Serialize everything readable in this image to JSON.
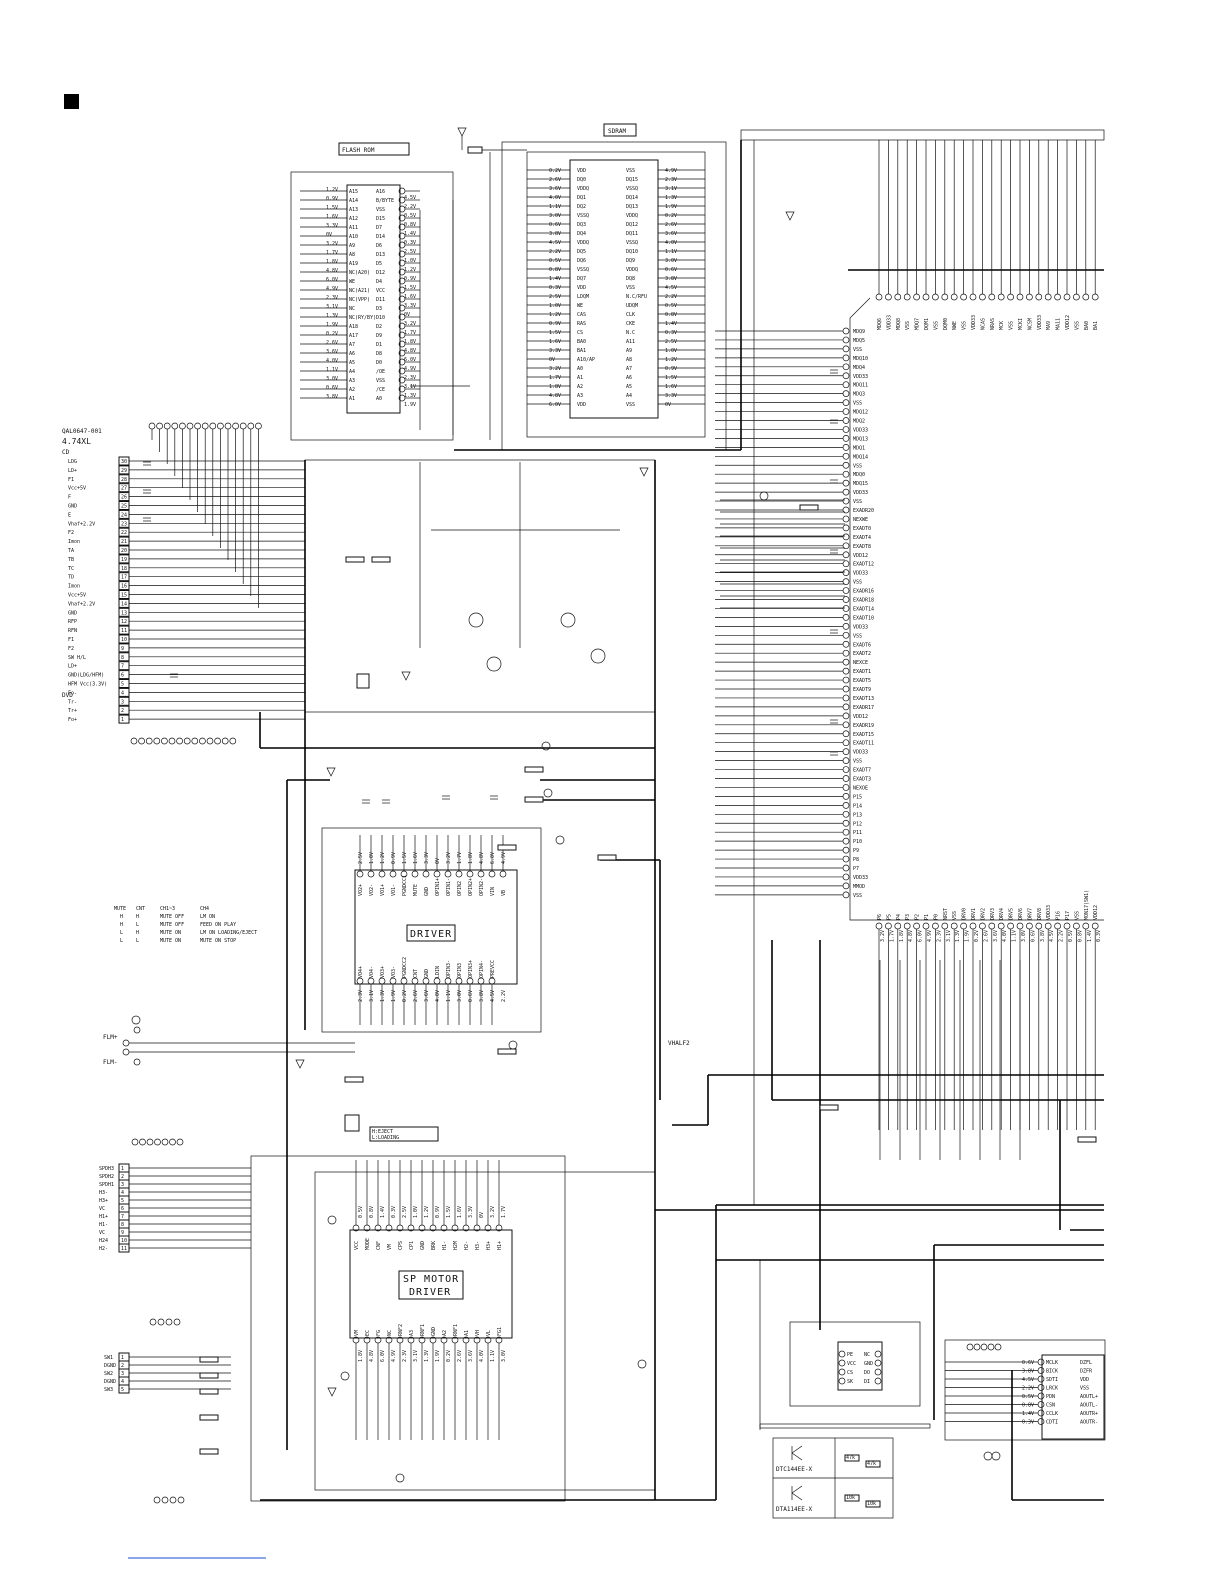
{
  "diagram": {
    "blocks": {
      "flash_rom": "FLASH ROM",
      "sdram": "SDRAM",
      "driver": "DRIVER",
      "sp_motor_driver": [
        "SP MOTOR",
        "DRIVER"
      ]
    },
    "pickup": {
      "part": "QAL0647-001",
      "model": "4.74XL",
      "cd": "CD",
      "dvd": "DVD",
      "pins_cd": [
        "LDG",
        "LD+",
        "F1",
        "Vcc+5V",
        "F",
        "GND",
        "E",
        "Vhaf+2.2V",
        "F2",
        "Imon"
      ],
      "pins_dvd": [
        "TA",
        "TB",
        "TC",
        "TD",
        "Imon",
        "Vcc+5V",
        "Vhaf+2.2V",
        "GND",
        "RFP",
        "RFN",
        "F1",
        "F2",
        "SW H/L",
        "LD+",
        "GND(LDG/HFM)",
        "HFM Vcc(3.3V)",
        "Fo-",
        "Tr-",
        "Tr+",
        "Fo+"
      ]
    },
    "mute_table": {
      "headers": [
        "MUTE",
        "CNT",
        "CH1~3",
        "CH4"
      ],
      "rows": [
        [
          "H",
          "H",
          "MUTE OFF",
          "LM ON"
        ],
        [
          "H",
          "L",
          "MUTE OFF",
          "FEED ON  PLAY"
        ],
        [
          "L",
          "H",
          "MUTE ON",
          "LM ON   LOADING/EJECT"
        ],
        [
          "L",
          "L",
          "MUTE ON",
          "MUTE ON  STOP"
        ]
      ]
    },
    "loading_note": [
      "H:EJECT",
      "L:LOADING"
    ],
    "nets": {
      "flm_plus": "FLM+",
      "flm_minus": "FLM-",
      "vhalf2": "VHALF2"
    },
    "spindle_conn": [
      "SPDH3",
      "SPDH2",
      "SPDH1",
      "H3-",
      "H3+",
      "VC",
      "H1+",
      "H1-",
      "VC",
      "H24",
      "H2-"
    ],
    "switch_conn": [
      "SW1",
      "DGND",
      "SW2",
      "DGND",
      "SW3"
    ],
    "driver_top_pins": [
      "VO2+",
      "VO2-",
      "VO1+",
      "VO1-",
      "PGNDCC1",
      "MUTE",
      "GND",
      "OPIN1+",
      "OPIN1-",
      "OPIN2",
      "OPIN2+",
      "OPIN2-",
      "VIN",
      "VB"
    ],
    "driver_bottom_pins": [
      "VO4+",
      "VO4-",
      "VO3+",
      "VO3-",
      "PGNDCC2",
      "CNT",
      "GND",
      "LDIN",
      "OPIN3-",
      "OPIN3",
      "OPIN3+",
      "OPIN4-",
      "PREVCC"
    ],
    "spm_top_pins": [
      "VCC",
      "MODE",
      "CNF",
      "VM",
      "CPS",
      "CP1",
      "GND",
      "BRK",
      "H1-",
      "H2M",
      "H2-",
      "H3-",
      "H3+",
      "H1+"
    ],
    "spm_bottom_pins": [
      "VM",
      "EC",
      "FG",
      "NC",
      "RNF2",
      "A3",
      "RNF1",
      "GND",
      "A2",
      "RNF1",
      "A1",
      "VH",
      "VL",
      "FG1"
    ],
    "sdram_left_pins": [
      "VDD",
      "DQ0",
      "VDDQ",
      "DQ1",
      "DQ2",
      "VSSQ",
      "DQ3",
      "DQ4",
      "VDDQ",
      "DQ5",
      "DQ6",
      "VSSQ",
      "DQ7",
      "VDD",
      "LDQM",
      "WE",
      "CAS",
      "RAS",
      "CS",
      "BA0",
      "BA1",
      "A10/AP",
      "A0",
      "A1",
      "A2",
      "A3",
      "VDD"
    ],
    "sdram_right_pins": [
      "VSS",
      "DQ15",
      "VSSQ",
      "DQ14",
      "DQ13",
      "VDDQ",
      "DQ12",
      "DQ11",
      "VSSQ",
      "DQ10",
      "DQ9",
      "VDDQ",
      "DQ8",
      "VSS",
      "N.C/RFU",
      "UDQM",
      "CLK",
      "CKE",
      "N.C",
      "A11",
      "A9",
      "A8",
      "A7",
      "A6",
      "A5",
      "A4",
      "VSS"
    ],
    "flash_left_pins": [
      "A15",
      "A14",
      "A13",
      "A12",
      "A11",
      "A10",
      "A9",
      "A8",
      "A19",
      "NC(A20)",
      "WE",
      "NC(A21)",
      "NC(VPP)",
      "NC",
      "NC(RY/BY)",
      "A18",
      "A17",
      "A7",
      "A6",
      "A5",
      "A4",
      "A3",
      "A2",
      "A1"
    ],
    "flash_right_pins": [
      "A16",
      "B/BYTE",
      "VSS",
      "D15",
      "D7",
      "D14",
      "D6",
      "D13",
      "D5",
      "D12",
      "D4",
      "VCC",
      "D11",
      "D3",
      "D10",
      "D2",
      "D9",
      "D1",
      "D8",
      "D0",
      "/OE",
      "VSS",
      "/CE",
      "A0"
    ],
    "mpeg_left_pins": [
      "MDQ9",
      "MDQ5",
      "VSS",
      "MDQ10",
      "MDQ4",
      "VDD33",
      "MDQ11",
      "MDQ3",
      "VSS",
      "MDQ12",
      "MDQ2",
      "VDD33",
      "MDQ13",
      "MDQ1",
      "MDQ14",
      "VSS",
      "MDQ0",
      "MDQ15",
      "VDD33",
      "VSS",
      "EXADR20",
      "NEXWE",
      "EXADT0",
      "EXADT4",
      "EXADT8",
      "VDD12",
      "EXADT12",
      "VDD33",
      "VSS",
      "EXADR16",
      "EXADR18",
      "EXADT14",
      "EXADT10",
      "VDD33",
      "VSS",
      "EXADT6",
      "EXADT2",
      "NEXCE",
      "EXADT1",
      "EXADT5",
      "EXADT9",
      "EXADT13",
      "EXADR17",
      "VDD12",
      "EXADR19",
      "EXADT15",
      "EXADT11",
      "VDD33",
      "VSS",
      "EXADT7",
      "EXADT3",
      "NEXOE",
      "P15",
      "P14",
      "P13",
      "P12",
      "P11",
      "P10",
      "P9",
      "P8",
      "P7",
      "VDD33",
      "MMOD",
      "VSS"
    ],
    "mpeg_top_pins": [
      "MDQ6",
      "VDD33",
      "MDQ8",
      "VSS",
      "MDQ7",
      "DQM1",
      "VSS",
      "DQM0",
      "NWE",
      "VSS",
      "VDD33",
      "NCAS",
      "NRAS",
      "MCK",
      "VSS",
      "MCKI",
      "NCSM",
      "VDD33",
      "MA9",
      "MA11",
      "VDD12",
      "VSS",
      "BA0",
      "BA1"
    ],
    "mpeg_bottom_pins": [
      "P6",
      "P5",
      "P4",
      "P3",
      "P2",
      "P1",
      "P0",
      "NRST",
      "VSS",
      "DRV0",
      "DRV1",
      "DRV2",
      "DRV3",
      "DRV4",
      "DRV5",
      "DRV6",
      "DRV7",
      "DRV8",
      "VDD33",
      "P16",
      "P17",
      "VSS",
      "MON17(SW1)",
      "VDD12"
    ],
    "dac_pins_left": [
      "MCLK",
      "BICK",
      "SDTI",
      "LRCK",
      "PDN",
      "CSN",
      "CCLK",
      "CDTI"
    ],
    "dac_pins_right": [
      "DZFL",
      "DZFR",
      "VDD",
      "VSS",
      "AOUTL+",
      "AOUTL-",
      "AOUTR+",
      "AOUTR-"
    ],
    "eeprom_pins": [
      "PE",
      "VCC",
      "CS",
      "SK",
      "NC",
      "GND",
      "DO",
      "DI"
    ],
    "transistor_legend": [
      {
        "part": "DTC144EE-X",
        "r1": "47k",
        "r2": "47k"
      },
      {
        "part": "DTA114EE-X",
        "r1": "10k",
        "r2": "10k"
      }
    ],
    "voltage_labels": [
      "1.2V",
      "0.9V",
      "1.5V",
      "1.6V",
      "3.3V",
      "0V",
      "3.2V",
      "1.7V",
      "1.8V",
      "4.8V",
      "6.0V",
      "4.9V",
      "2.3V",
      "3.1V",
      "1.3V",
      "1.9V",
      "0.2V",
      "2.6V",
      "3.6V",
      "4.0V",
      "1.1V",
      "3.0V",
      "0.6V",
      "3.8V",
      "4.5V",
      "2.2V",
      "0.5V",
      "0.8V",
      "1.4V",
      "0.3V",
      "2.5V",
      "1.0V"
    ]
  }
}
